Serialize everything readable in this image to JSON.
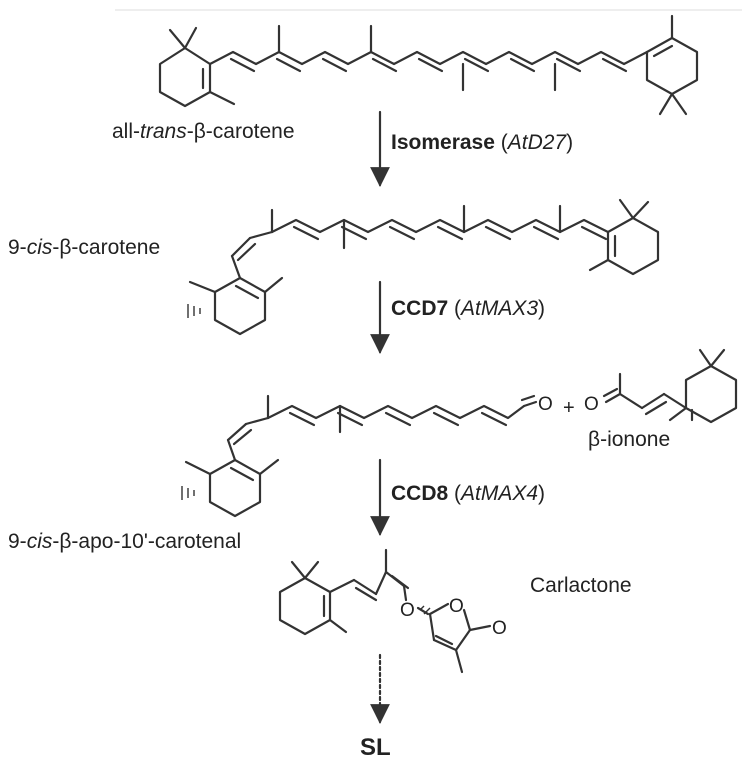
{
  "molecules": {
    "all_trans_beta_carotene": {
      "pre": "all-",
      "it": "trans",
      "post": "-β-carotene"
    },
    "nine_cis_beta_carotene": {
      "pre": "9-",
      "it": "cis",
      "post": "-β-carotene"
    },
    "beta_ionone": "β-ionone",
    "apo_carotenal": {
      "pre": "9-",
      "it": "cis",
      "post": "-β-apo-10'-carotenal"
    },
    "carlactone": "Carlactone",
    "product": "SL"
  },
  "steps": [
    {
      "enzyme": "Isomerase",
      "gene": "AtD27"
    },
    {
      "enzyme": "CCD7",
      "gene": "AtMAX3"
    },
    {
      "enzyme": "CCD8",
      "gene": "AtMAX4"
    }
  ],
  "atoms": {
    "oxygen": "O",
    "plus": "+"
  },
  "colors": {
    "ink": "#222222",
    "bond": "#333333"
  }
}
